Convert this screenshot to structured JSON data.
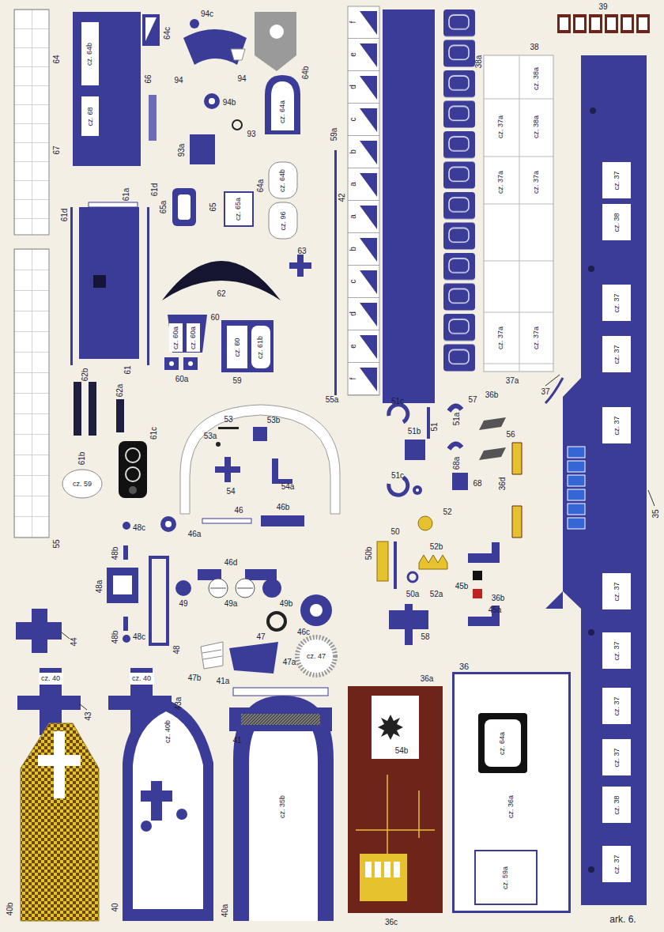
{
  "diagram": {
    "nodes": [
      {
        "text": [
          "cz. 64b"
        ]
      },
      {
        "text": [
          "cz. 68"
        ]
      },
      {
        "text": [
          "cz. 64a"
        ]
      },
      {
        "text": [
          "cz. 64b"
        ]
      },
      {
        "text": [
          "cz. 96"
        ]
      },
      {
        "text": [
          "cz. 65a"
        ]
      },
      {
        "text": [
          "cz. 60"
        ]
      },
      {
        "text": [
          "cz. 61b"
        ]
      },
      {
        "text": [
          "cz. 60a"
        ]
      },
      {
        "text": [
          "cz. 60a"
        ]
      },
      {
        "text": [
          "cz. 59"
        ]
      },
      {
        "text": [
          "cz. 40"
        ]
      },
      {
        "text": [
          "cz. 40"
        ]
      },
      {
        "text": [
          "cz. 40b"
        ]
      },
      {
        "text": [
          "cz. 35b"
        ]
      },
      {
        "text": [
          "36"
        ]
      },
      {
        "text": [
          "cz. 64a"
        ],
        "in": 15
      },
      {
        "text": [
          "cz. 36a"
        ],
        "in": 15
      },
      {
        "text": [
          "cz. 59a"
        ],
        "in": 15
      },
      {
        "text": [
          "cz. 47"
        ]
      },
      {
        "text": [
          "cz. 38a"
        ]
      },
      {
        "text": [
          "cz. 37a"
        ]
      },
      {
        "text": [
          "cz. 38a"
        ]
      },
      {
        "text": [
          "cz. 37a"
        ]
      },
      {
        "text": [
          "cz. 37a"
        ]
      },
      {
        "text": [
          "cz. 37a"
        ]
      },
      {
        "text": [
          "cz. 37a"
        ]
      },
      {
        "text": [
          "cz. 37"
        ]
      },
      {
        "text": [
          "cz. 38"
        ]
      },
      {
        "text": [
          "cz. 37"
        ]
      },
      {
        "text": [
          "cz. 37"
        ]
      },
      {
        "text": [
          "cz. 37"
        ]
      },
      {
        "text": [
          "cz. 37"
        ]
      },
      {
        "text": [
          "cz. 37"
        ]
      },
      {
        "text": [
          "cz. 37"
        ]
      },
      {
        "text": [
          "cz. 37"
        ]
      },
      {
        "text": [
          "cz. 38"
        ]
      },
      {
        "text": [
          "cz. 37"
        ]
      }
    ],
    "labels": [
      "64",
      "67",
      "61d",
      "61a",
      "61d",
      "61",
      "62b",
      "62a",
      "61c",
      "55",
      "61b",
      "44",
      "43",
      "43a",
      "40b",
      "40",
      "40a",
      "48c",
      "48b",
      "48a",
      "48b",
      "48c",
      "48",
      "46a",
      "46",
      "46b",
      "46d",
      "49",
      "49a",
      "49b",
      "47",
      "46c",
      "47b",
      "47a",
      "41a",
      "41",
      "36a",
      "36c",
      "54b",
      "58",
      "50",
      "50b",
      "50a",
      "52",
      "52b",
      "52a",
      "45b",
      "45a",
      "51c",
      "51b",
      "51c",
      "51",
      "57",
      "51a",
      "56",
      "68a",
      "68",
      "36d",
      "36b",
      "36b",
      "35",
      "37",
      "37a",
      "38",
      "38a",
      "39",
      "42",
      "59a",
      "64a",
      "64b",
      "63",
      "62",
      "65",
      "65a",
      "60",
      "60a",
      "59",
      "53",
      "53b",
      "53a",
      "54",
      "54a",
      "55a",
      "93a",
      "93",
      "94b",
      "94",
      "94",
      "94c",
      "64c",
      "66",
      "f",
      "e",
      "d",
      "c",
      "b",
      "a",
      "a",
      "b",
      "c",
      "d",
      "e",
      "f",
      "ark. 6."
    ]
  }
}
